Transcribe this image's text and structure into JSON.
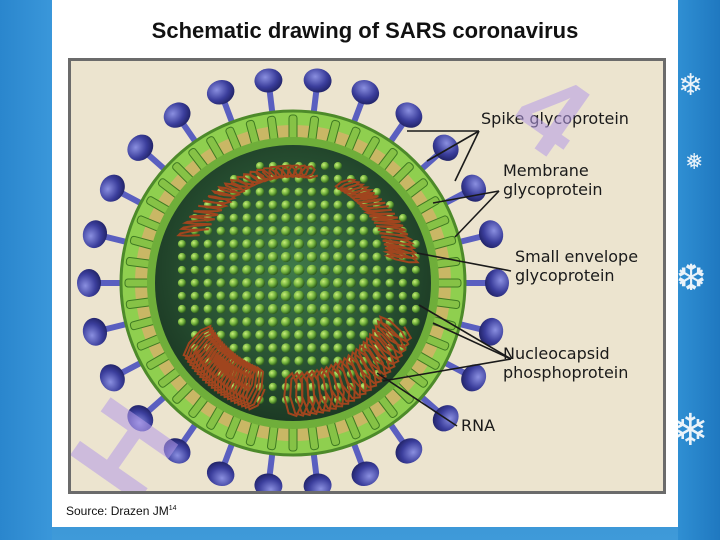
{
  "slide": {
    "title": "Schematic drawing of SARS coronavirus",
    "source_text": "Source: Drazen JM",
    "source_ref": "14"
  },
  "diagram": {
    "labels": [
      "Spike glycoprotein",
      "Membrane glycoprotein",
      "Small envelope glycoprotein",
      "Nucleocapsid phosphoprotein",
      "RNA"
    ],
    "colors": {
      "background": "#ece4cf",
      "spike": "#3b3e9c",
      "membrane": "#7cb342",
      "envelope_band": "#b8a45a",
      "nucleus": "#2e5c3a",
      "rna": "#a0451e"
    }
  },
  "watermark": {
    "top_right": "4",
    "bottom_left": "H"
  }
}
